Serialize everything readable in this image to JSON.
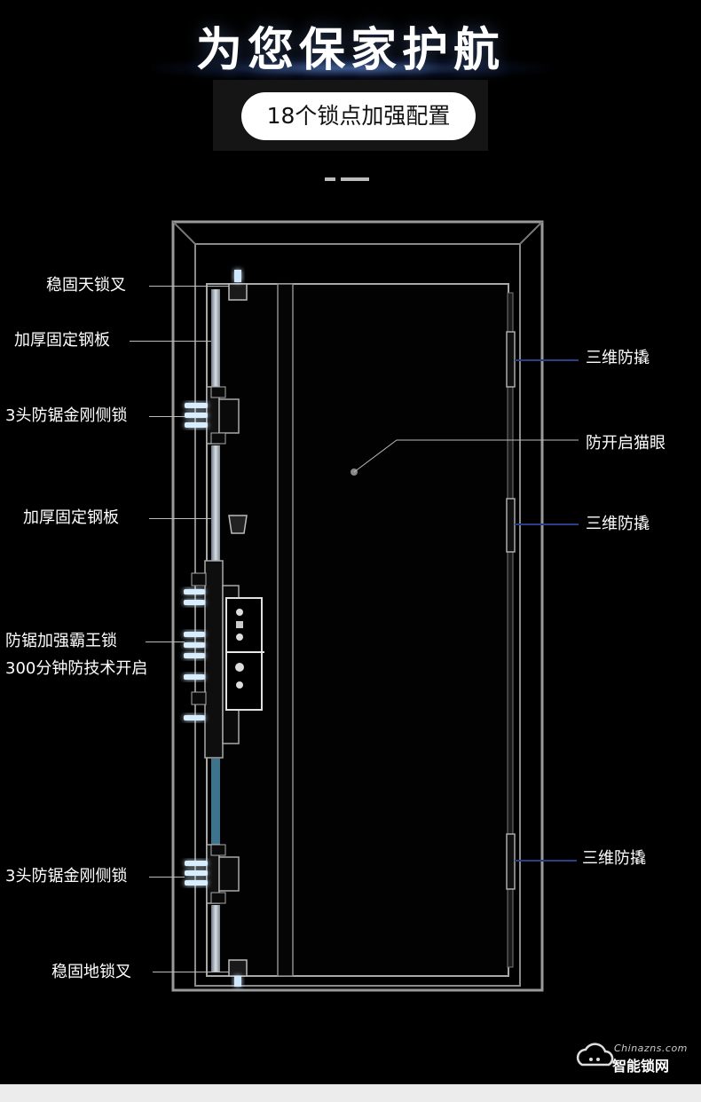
{
  "header": {
    "title": "为您保家护航",
    "pill_label": "18个锁点加强配置"
  },
  "labels_left": {
    "top_bolt": "稳固天锁叉",
    "steel_plate_1": "加厚固定钢板",
    "side_lock_1": "3头防锯金刚侧锁",
    "steel_plate_2": "加厚固定钢板",
    "main_lock_line1": "防锯加强霸王锁",
    "main_lock_line2": "300分钟防技术开启",
    "side_lock_2": "3头防锯金刚侧锁",
    "bottom_bolt": "稳固地锁叉"
  },
  "labels_right": {
    "anti_pry_1": "三维防撬",
    "peephole": "防开启猫眼",
    "anti_pry_2": "三维防撬",
    "anti_pry_3": "三维防撬"
  },
  "watermark": {
    "url": "Chinazns.com",
    "name": "智能锁网",
    "icon": "cloud-icon"
  },
  "colors": {
    "background": "#000000",
    "accent_blue": "#2a3f8a",
    "bolt_glow": "#9fd2ff"
  }
}
